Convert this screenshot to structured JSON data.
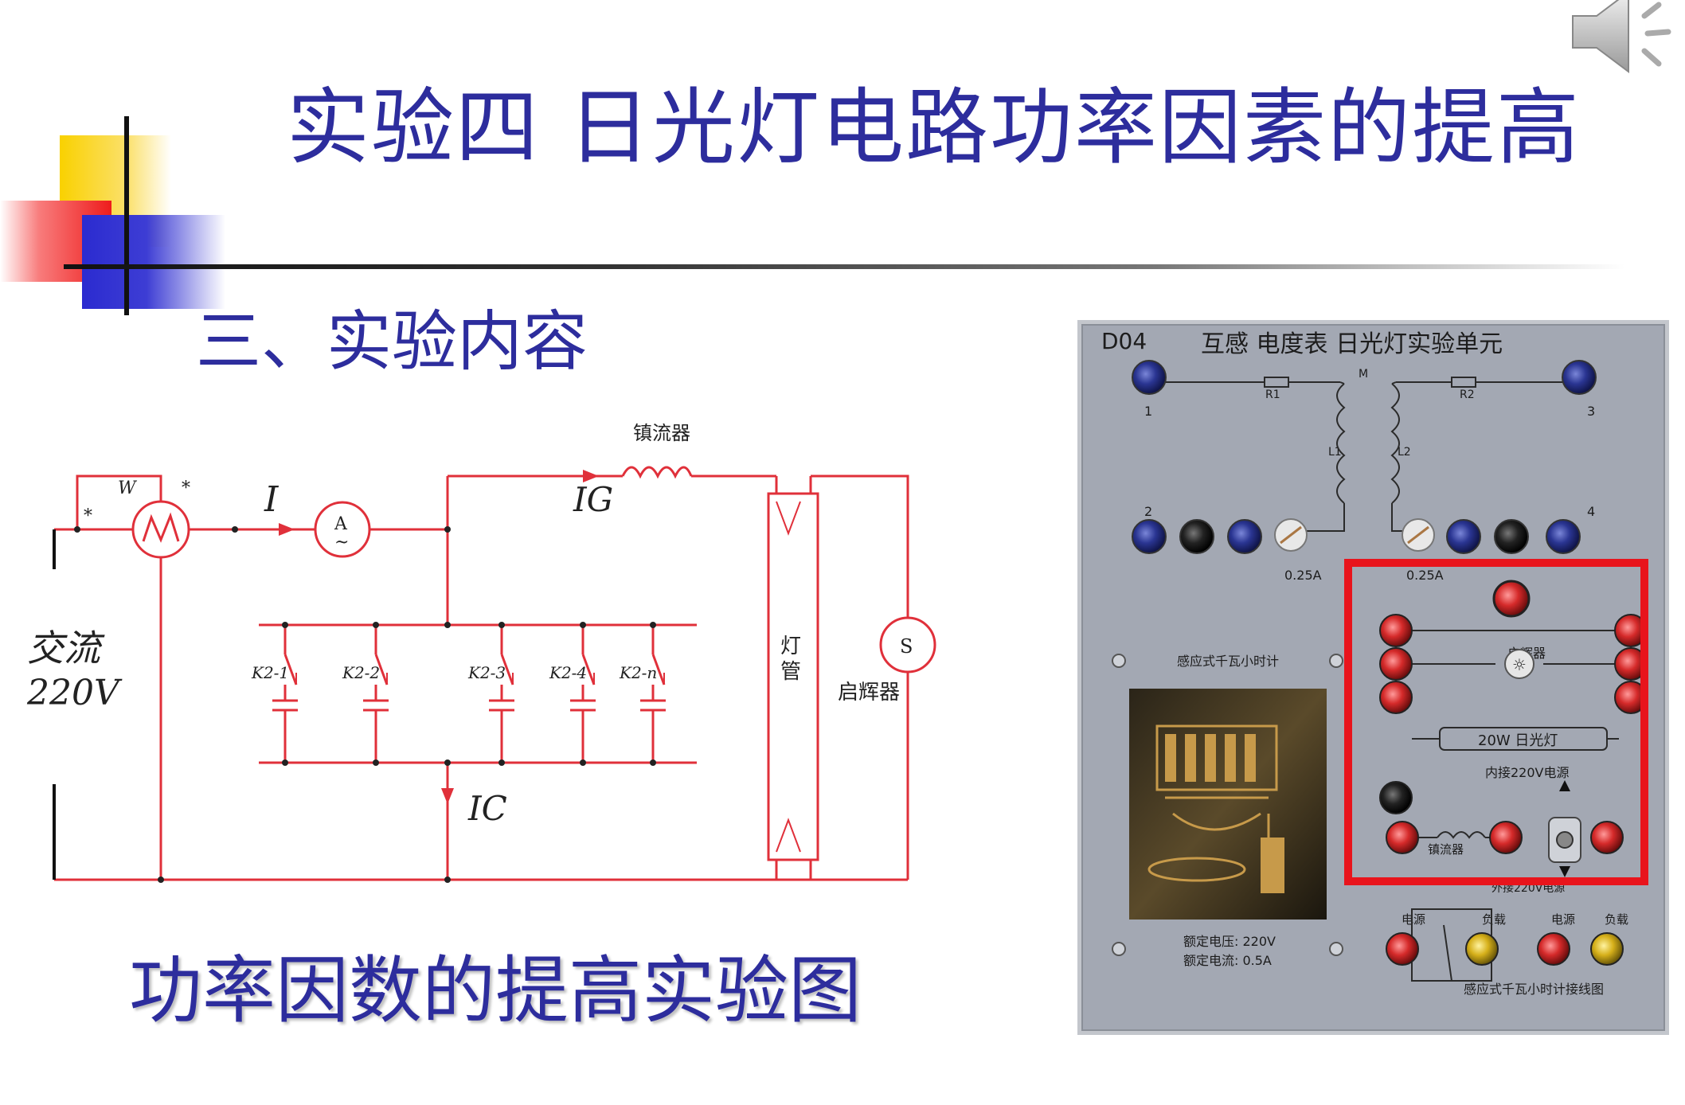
{
  "slide": {
    "title": "实验四 日光灯电路功率因素的提高",
    "section": "三、实验内容",
    "caption": "功率因数的提高实验图"
  },
  "circuit": {
    "ballast_label": "镇流器",
    "wattmeter_label": "W",
    "current_I": "I",
    "ammeter_label": "A",
    "current_IG": "IG",
    "current_IC": "IC",
    "source_label_1": "交流",
    "source_label_2": "220V",
    "lamp_label_1": "灯",
    "lamp_label_2": "管",
    "starter_symbol": "S",
    "starter_label": "启辉器",
    "switches": [
      "K2-1",
      "K2-2",
      "K2-3",
      "K2-4",
      "K2-n"
    ]
  },
  "panel": {
    "model": "D04",
    "title": "互感 电度表 日光灯实验单元",
    "label_M": "M",
    "label_R1": "R1",
    "label_R2": "R2",
    "label_L1": "L1",
    "label_L2": "L2",
    "term_1": "1",
    "term_2": "2",
    "term_3": "3",
    "term_4": "4",
    "fuse_left": "0.25A",
    "fuse_right": "0.25A",
    "meter_title": "感应式千瓦小时计",
    "rated_voltage": "额定电压: 220V",
    "rated_current": "额定电流: 0.5A",
    "starter": "启辉器",
    "lamp": "20W 日光灯",
    "power_in": "内接220V电源",
    "ballast": "镇流器",
    "power_out": "外接220V电源",
    "conn_power_a": "电源",
    "conn_load_a": "负载",
    "conn_power_b": "电源",
    "conn_load_b": "负载",
    "wiring_caption": "感应式千瓦小时计接线图"
  },
  "colors": {
    "title": "#2d2d9d",
    "circuit_line": "#e0303a",
    "highlight": "#e8141c",
    "panel_bg": "#a3a8b3"
  },
  "icons": {
    "speaker": "speaker-icon"
  }
}
